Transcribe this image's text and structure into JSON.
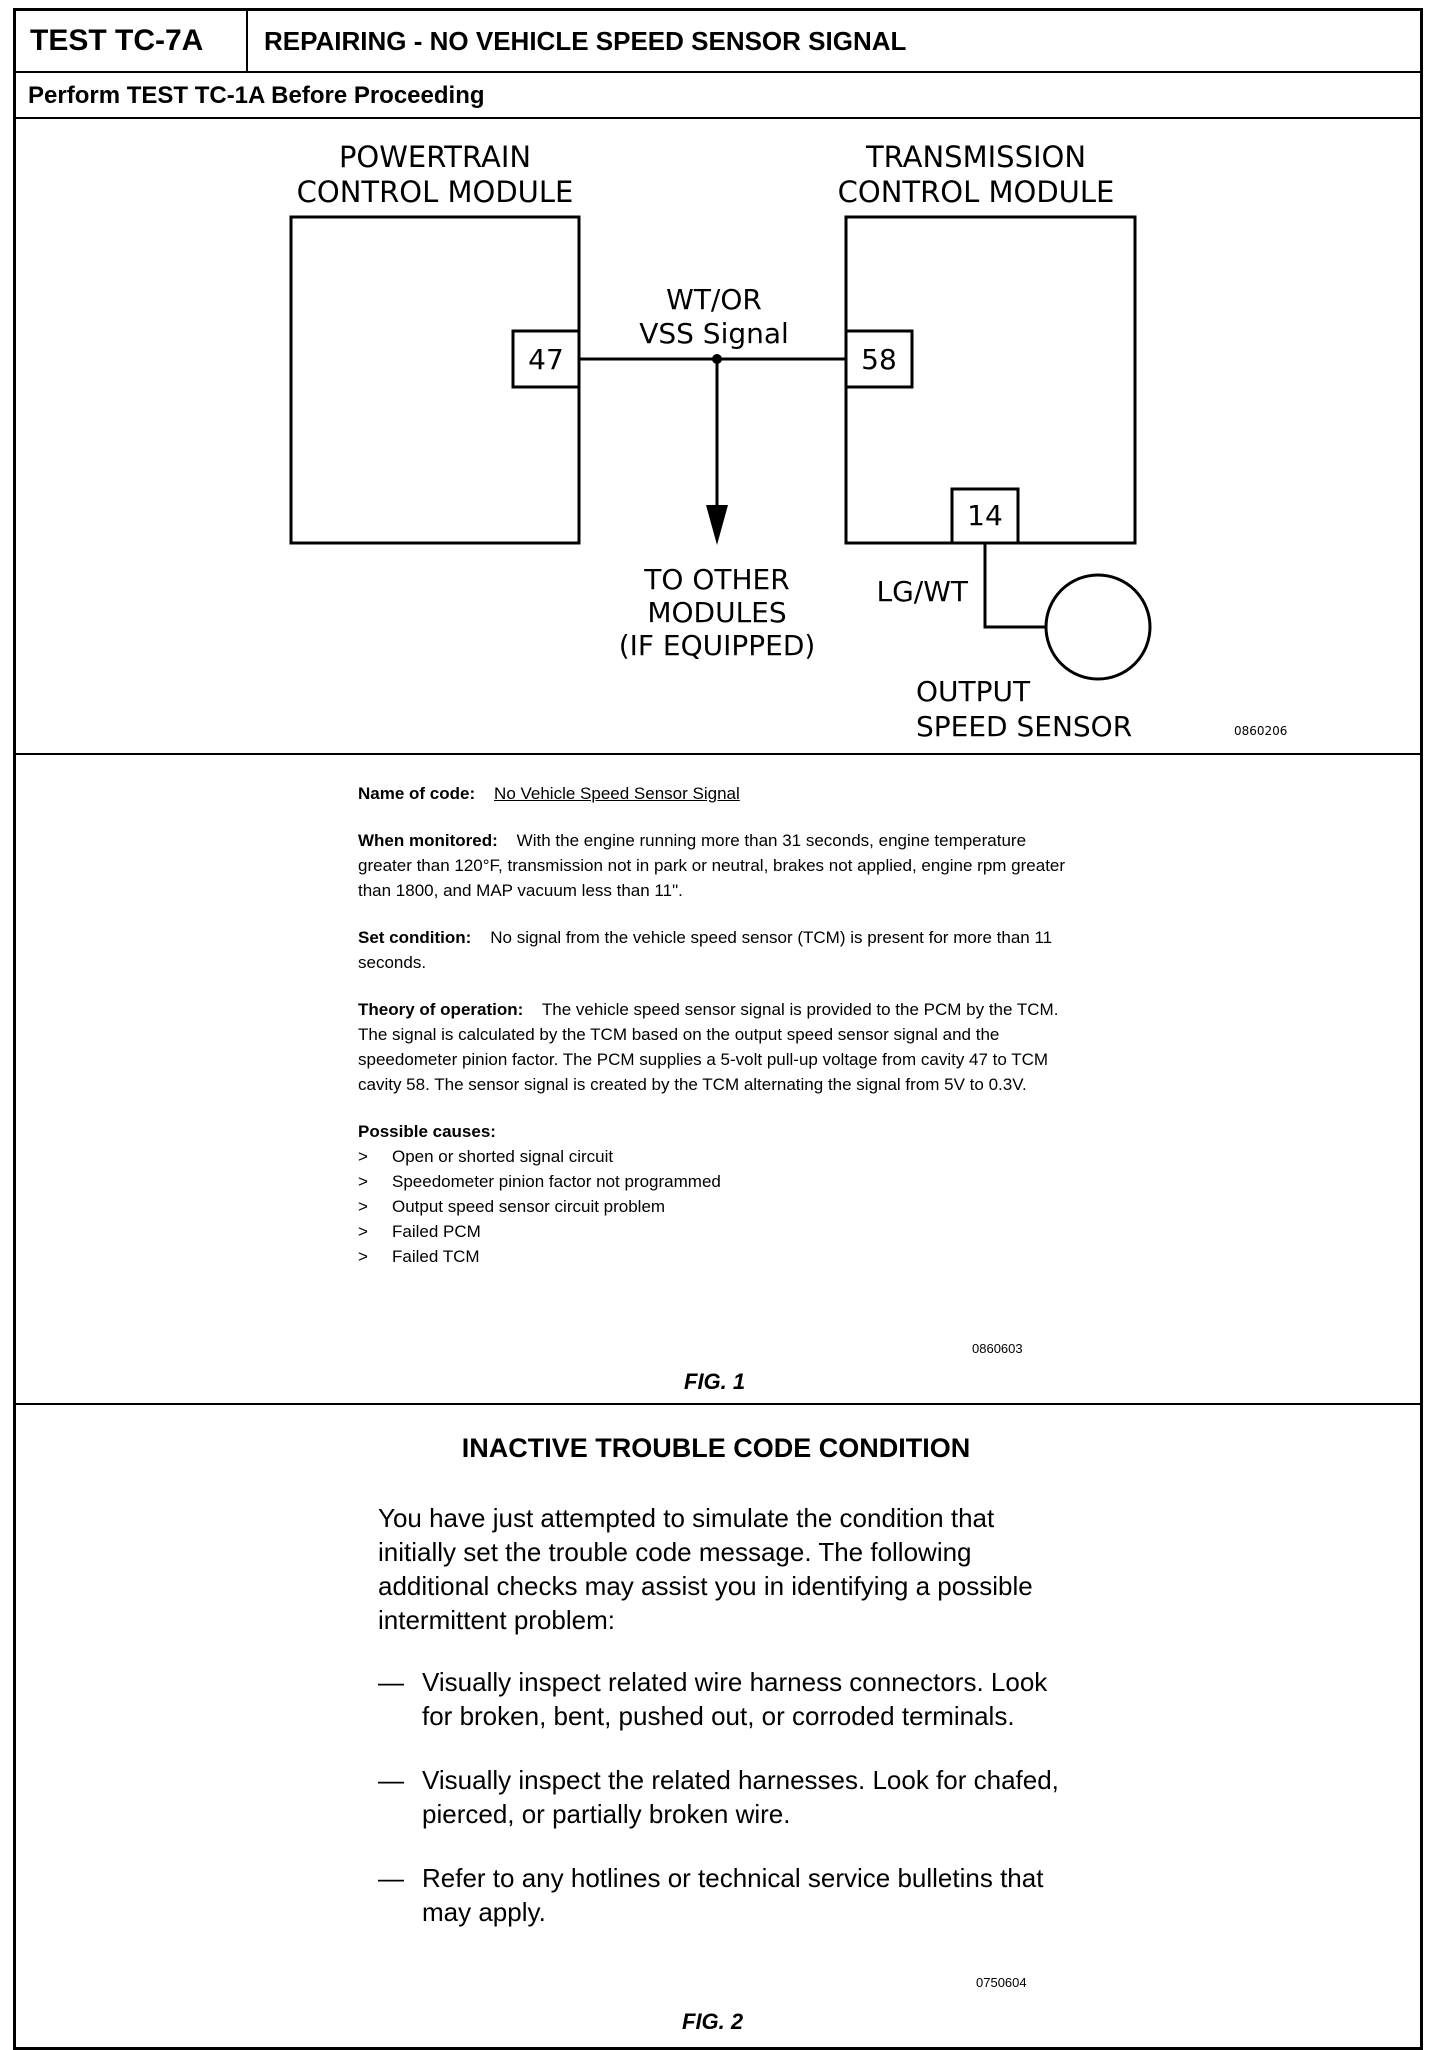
{
  "header": {
    "test_id": "TEST TC-7A",
    "title": "REPAIRING - NO VEHICLE SPEED SENSOR SIGNAL",
    "prerequisite": "Perform TEST TC-1A Before Proceeding"
  },
  "diagram": {
    "pcm_label_line1": "POWERTRAIN",
    "pcm_label_line2": "CONTROL MODULE",
    "tcm_label_line1": "TRANSMISSION",
    "tcm_label_line2": "CONTROL MODULE",
    "pcm_pin": "47",
    "tcm_pin_signal": "58",
    "tcm_pin_sensor": "14",
    "wire_color_signal": "WT/OR",
    "wire_name_signal": "VSS Signal",
    "other_modules_line1": "TO OTHER",
    "other_modules_line2": "MODULES",
    "other_modules_line3": "(IF EQUIPPED)",
    "wire_color_sensor": "LG/WT",
    "sensor_label_line1": "OUTPUT",
    "sensor_label_line2": "SPEED SENSOR",
    "ref_code": "0860206"
  },
  "fig1": {
    "name_label": "Name of code:",
    "name_value": "No Vehicle Speed Sensor Signal",
    "monitored_label": "When monitored:",
    "monitored_text": "With the engine running more than 31 seconds, engine temperature greater than 120°F, transmission not in park or neutral, brakes not applied, engine rpm greater than 1800, and MAP vacuum less than 11\".",
    "set_label": "Set condition:",
    "set_text": "No signal from the vehicle speed sensor (TCM) is present for more than 11 seconds.",
    "theory_label": "Theory of operation:",
    "theory_text": "The vehicle speed sensor signal is provided to the PCM by the TCM. The signal is calculated by the TCM based on the output speed sensor signal and the speedometer pinion factor. The PCM supplies a 5-volt pull-up voltage from cavity 47 to TCM cavity 58. The sensor signal is created by the TCM alternating the signal from 5V to 0.3V.",
    "causes_label": "Possible causes:",
    "causes": [
      "Open or shorted signal circuit",
      "Speedometer pinion factor not programmed",
      "Output speed sensor circuit problem",
      "Failed PCM",
      "Failed TCM"
    ],
    "ref_code": "0860603",
    "fig_label": "FIG. 1"
  },
  "fig2": {
    "title": "INACTIVE TROUBLE CODE CONDITION",
    "intro": "You have just attempted to simulate the condition that initially set the trouble code message. The following additional checks may assist you in identifying a possible intermittent problem:",
    "checks": [
      "Visually inspect related wire harness connectors. Look for broken, bent, pushed out, or corroded terminals.",
      "Visually inspect the related harnesses. Look for chafed, pierced, or partially broken wire.",
      "Refer to any hotlines or technical service bulletins that may apply."
    ],
    "ref_code": "0750604",
    "fig_label": "FIG. 2"
  }
}
